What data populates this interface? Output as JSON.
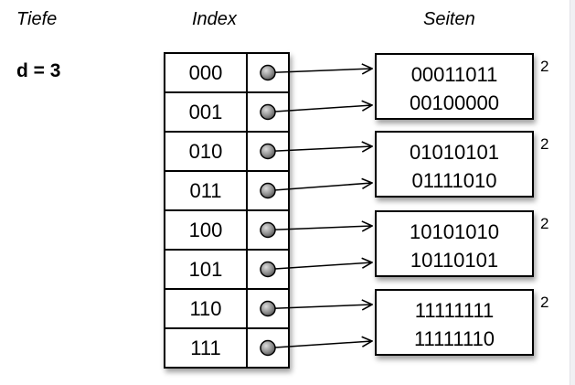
{
  "labels": {
    "depth_title": "Tiefe",
    "depth_value": "d = 3",
    "index_title": "Index",
    "pages_title": "Seiten"
  },
  "index_rows": [
    "000",
    "001",
    "010",
    "011",
    "100",
    "101",
    "110",
    "111"
  ],
  "pages": [
    {
      "lines": [
        "00011011",
        "00100000"
      ],
      "local_depth": "2"
    },
    {
      "lines": [
        "01010101",
        "01111010"
      ],
      "local_depth": "2"
    },
    {
      "lines": [
        "10101010",
        "10110101"
      ],
      "local_depth": "2"
    },
    {
      "lines": [
        "11111111",
        "11111110"
      ],
      "local_depth": "2"
    }
  ],
  "colors": {
    "ink": "#000000",
    "box_fill": "#ffffff",
    "ball_gray": "#909090",
    "edge_strip": "#f0f0f3"
  }
}
